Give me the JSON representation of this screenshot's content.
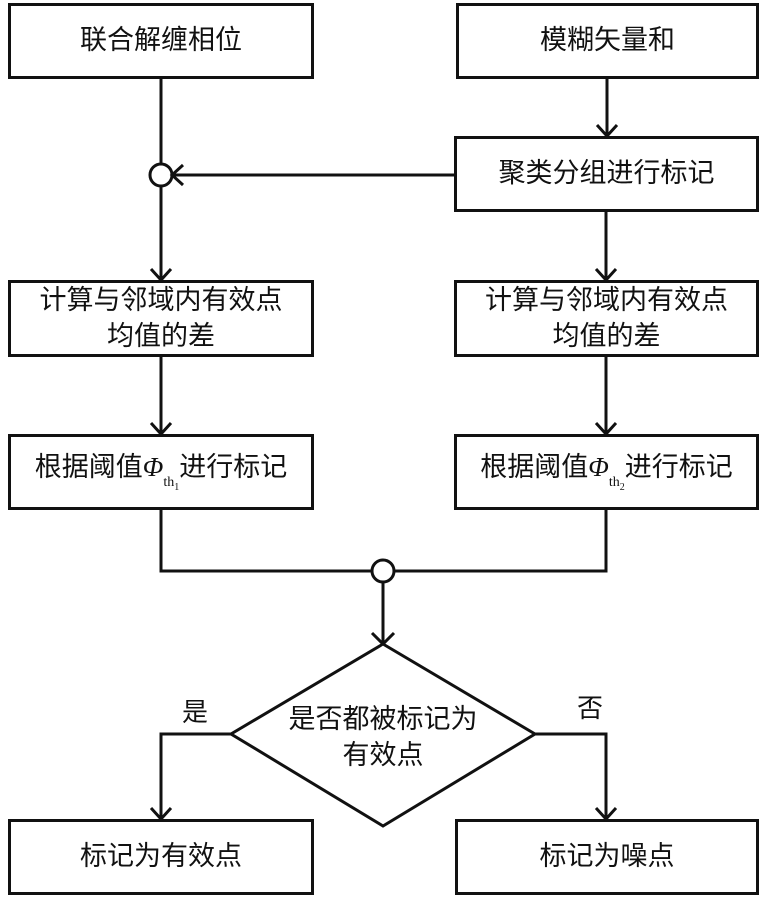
{
  "diagram": {
    "type": "flowchart",
    "nodes": {
      "unwrap_phase": {
        "label": "联合解缠相位"
      },
      "fuzzy_vector_sum": {
        "label": "模糊矢量和"
      },
      "cluster_mark": {
        "label": "聚类分组进行标记"
      },
      "diff_left": {
        "line1": "计算与邻域内有效点",
        "line2": "均值的差"
      },
      "diff_right": {
        "line1": "计算与邻域内有效点",
        "line2": "均值的差"
      },
      "threshold_left": {
        "prefix": "根据阈值",
        "symbol": "Φ",
        "sub": "th",
        "subsub": "1",
        "suffix": "进行标记"
      },
      "threshold_right": {
        "prefix": "根据阈值",
        "symbol": "Φ",
        "sub": "th",
        "subsub": "2",
        "suffix": "进行标记"
      },
      "decision": {
        "line1": "是否都被标记为",
        "line2": "有效点"
      },
      "mark_valid": {
        "label": "标记为有效点"
      },
      "mark_noise": {
        "label": "标记为噪点"
      }
    },
    "branch_labels": {
      "yes": "是",
      "no": "否"
    },
    "edges": [
      {
        "from": "unwrap_phase",
        "to": "diff_left",
        "via": "junction-left"
      },
      {
        "from": "fuzzy_vector_sum",
        "to": "cluster_mark"
      },
      {
        "from": "cluster_mark",
        "to": "junction-left"
      },
      {
        "from": "cluster_mark",
        "to": "diff_right"
      },
      {
        "from": "diff_left",
        "to": "threshold_left"
      },
      {
        "from": "diff_right",
        "to": "threshold_right"
      },
      {
        "from": "threshold_left",
        "to": "decision",
        "via": "junction-merge"
      },
      {
        "from": "threshold_right",
        "to": "decision",
        "via": "junction-merge"
      },
      {
        "from": "decision",
        "to": "mark_valid",
        "label": "是"
      },
      {
        "from": "decision",
        "to": "mark_noise",
        "label": "否"
      }
    ],
    "colors": {
      "stroke": "#111111",
      "fill": "#ffffff"
    }
  }
}
